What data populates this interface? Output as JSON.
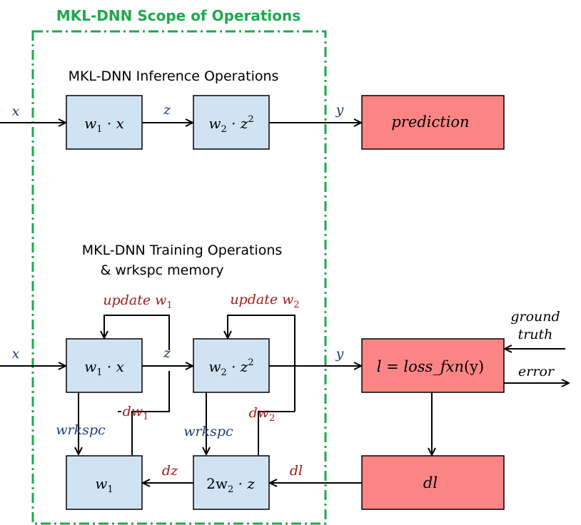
{
  "scope": {
    "title": "MKL-DNN Scope of Operations",
    "inference_heading": "MKL-DNN Inference Operations",
    "training_heading_line1": "MKL-DNN Training Operations",
    "training_heading_line2": "& wrkspc memory"
  },
  "colors": {
    "scope_border": "#1fa84f",
    "scope_title": "#1fa84f",
    "blue_box_fill": "#cfe3f3",
    "red_box_fill": "#fb8585",
    "edge_label_blue": "#1f3f6e",
    "edge_label_red": "#a11a1a"
  },
  "inference": {
    "input_label": "x",
    "box1": {
      "w": "w",
      "sub": "1",
      "op": " · x"
    },
    "mid_label": "z",
    "box2": {
      "w": "w",
      "sub": "2",
      "op": " · z",
      "sup": "2"
    },
    "output_label": "y",
    "prediction": "prediction"
  },
  "training": {
    "input_label": "x",
    "box1": {
      "w": "w",
      "sub": "1",
      "op": " · x"
    },
    "mid_label": "z",
    "box2": {
      "w": "w",
      "sub": "2",
      "op": " · z",
      "sup": "2"
    },
    "output_label": "y",
    "loss": {
      "l": "l",
      "eq": " = ",
      "fxn": "loss_fxn",
      "arg": "(y)"
    },
    "ground_truth_line1": "ground",
    "ground_truth_line2": "truth",
    "error_label": "error",
    "update_w1": {
      "text": "update w",
      "sub": "1"
    },
    "update_w2": {
      "text": "update w",
      "sub": "2"
    },
    "dw1": {
      "text": "dw",
      "sub": "1"
    },
    "dw2": {
      "text": "dw",
      "sub": "2"
    },
    "wrkspc_left": "wrkspc",
    "wrkspc_right": "wrkspc",
    "box_w1": {
      "w": "w",
      "sub": "1"
    },
    "box_grad": {
      "pre": "2w",
      "sub": "2",
      "post": " · z"
    },
    "dz_label": "dz",
    "dl_edge_label": "dl",
    "dl_box": "dl"
  }
}
